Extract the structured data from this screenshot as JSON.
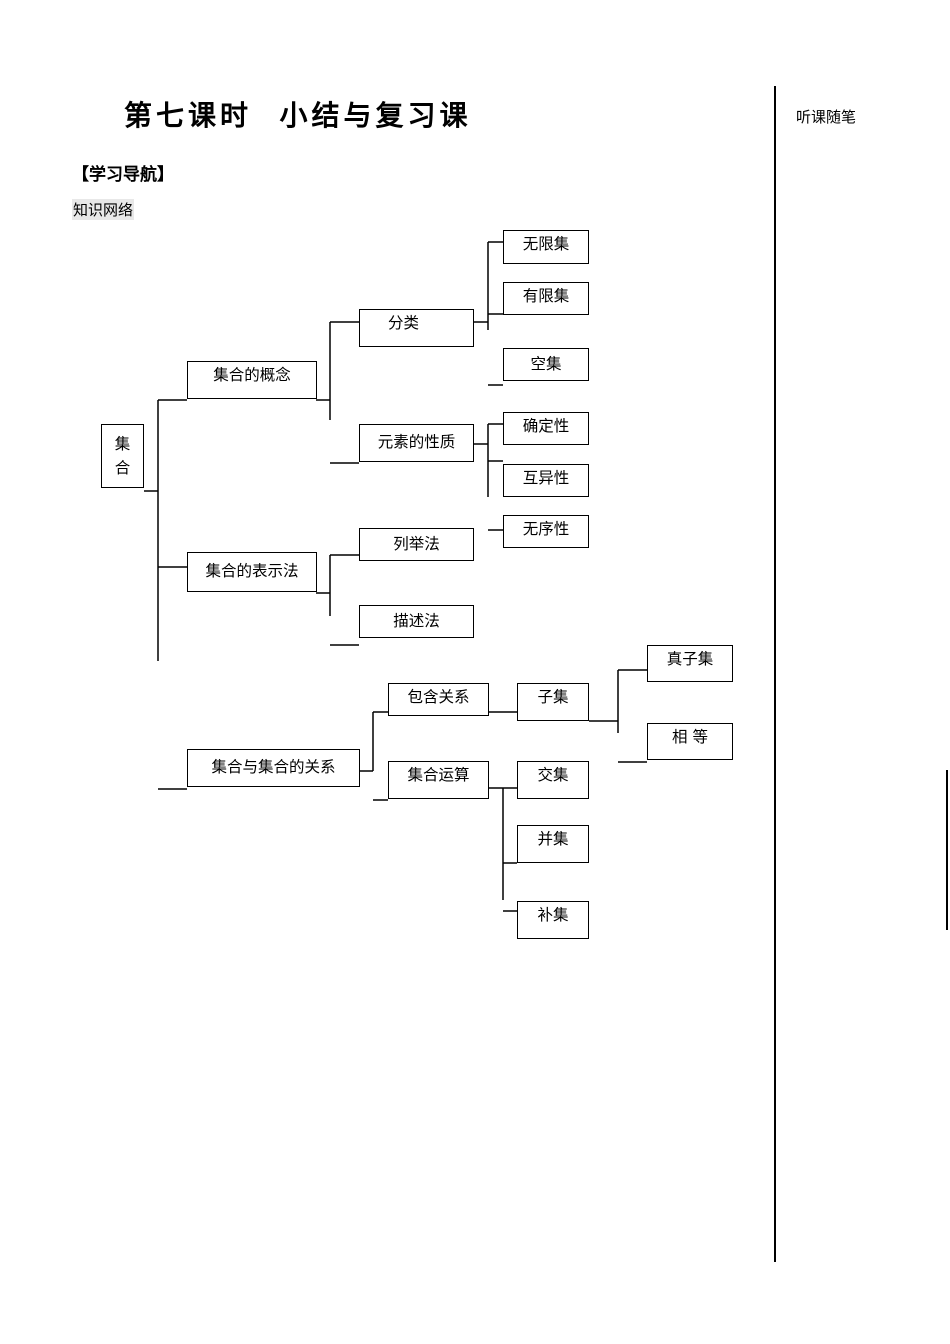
{
  "header": {
    "title": "第七课时  小结与复习课",
    "section": "【学习导航】",
    "subsection": "知识网络"
  },
  "sidebar": {
    "note_label": "听课随笔"
  },
  "tree": {
    "root": [
      "集",
      "合"
    ],
    "concept": {
      "label": "集合的概念",
      "classification": {
        "label": "分类",
        "items": [
          "无限集",
          "有限集",
          "空集"
        ]
      },
      "element_properties": {
        "label": "元素的性质",
        "items": [
          "确定性",
          "互异性",
          "无序性"
        ]
      }
    },
    "representation": {
      "label": "集合的表示法",
      "items": [
        "列举法",
        "描述法"
      ]
    },
    "relations": {
      "label": "集合与集合的关系",
      "inclusion": {
        "label": "包含关系",
        "subset": {
          "label": "子集",
          "items": [
            "真子集",
            "相 等"
          ]
        }
      },
      "operations": {
        "label": "集合运算",
        "items": [
          "交集",
          "并集",
          "补集"
        ]
      }
    }
  }
}
